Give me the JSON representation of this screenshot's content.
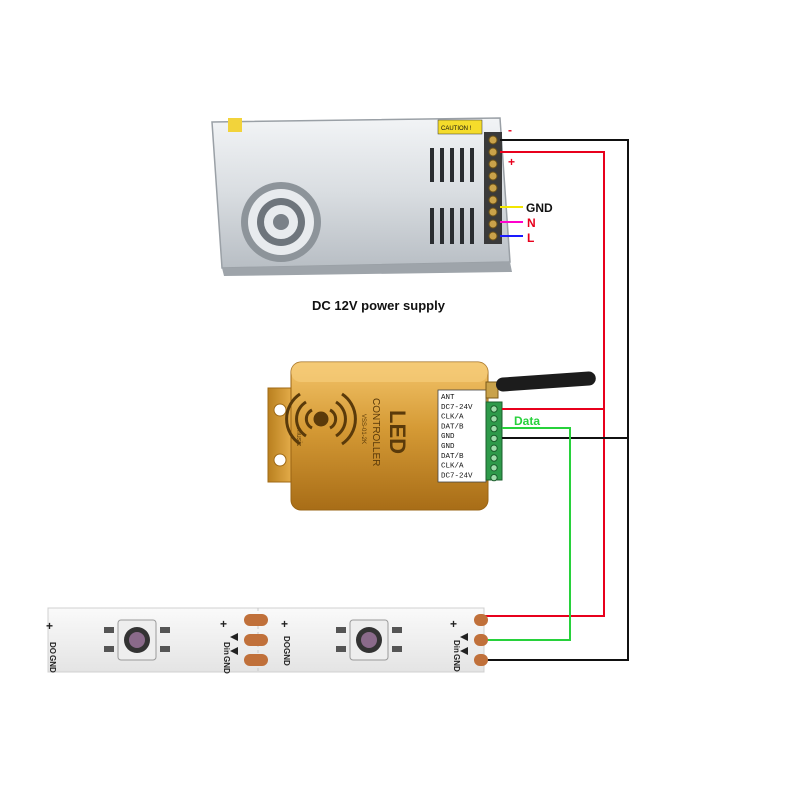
{
  "power_supply": {
    "caption": "DC 12V power supply",
    "caution_label": "CAUTION !",
    "terminals": {
      "minus": "-",
      "plus": "+",
      "gnd": "GND",
      "n": "N",
      "l": "L"
    }
  },
  "controller": {
    "brand": "LED",
    "name": "CONTROLLER",
    "model": "VSS-01-2K",
    "music": "music",
    "pins": [
      "ANT",
      "DC7-24V",
      "CLK/A",
      "DAT/B",
      "GND",
      "GND",
      "DAT/B",
      "CLK/A",
      "DC7-24V"
    ]
  },
  "wires": {
    "data_label": "Data",
    "colors": {
      "positive": "#e8001c",
      "negative": "#111111",
      "data": "#27d13b",
      "gnd": "#f2e600",
      "n": "#ff00cc",
      "l": "#1a1aff"
    }
  },
  "strip": {
    "plus": "+",
    "dot": "•",
    "pad_in": "Din",
    "pad_do": "DO",
    "pad_gnd": "GND"
  },
  "colors": {
    "gold": "#d59a35",
    "gold_dark": "#a86d17",
    "terminal_green": "#2e9a4a",
    "copper": "#c0703a"
  }
}
